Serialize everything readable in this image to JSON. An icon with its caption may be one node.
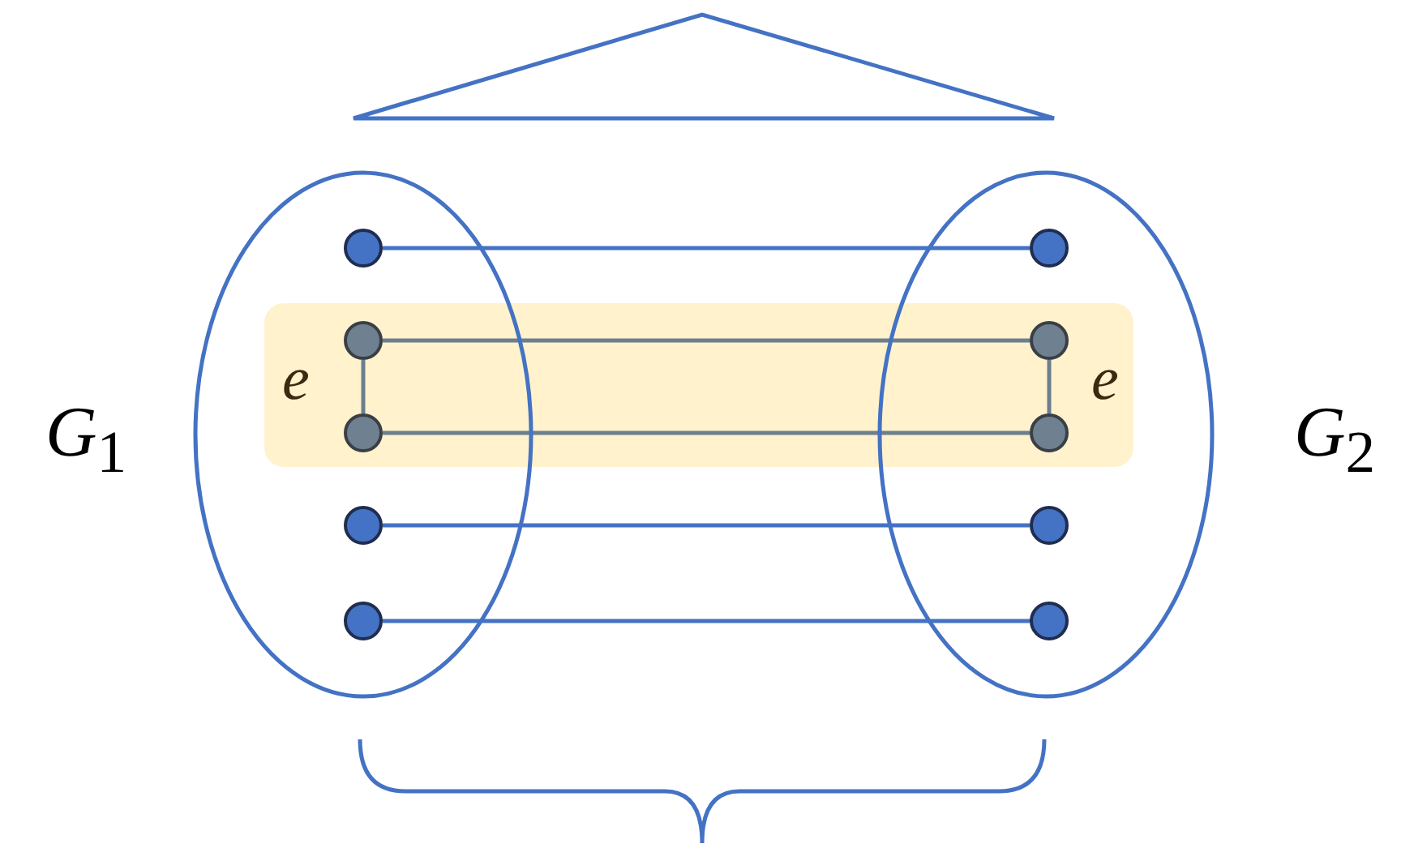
{
  "diagram": {
    "nodes": [
      {
        "text": [
          "*G*$_{1}$"
        ]
      },
      {
        "text": [
          "*G*$_{2}$"
        ]
      },
      {
        "text": [],
        "shape": "circle",
        "in": 0
      },
      {
        "text": [],
        "shape": "circle",
        "in": 1
      },
      {
        "text": [],
        "shape": "circle",
        "in": 0
      },
      {
        "text": [],
        "shape": "circle",
        "in": 1
      },
      {
        "text": [],
        "shape": "circle",
        "in": 0
      },
      {
        "text": [],
        "shape": "circle",
        "in": 1
      },
      {
        "text": [],
        "shape": "circle",
        "in": 0
      },
      {
        "text": [],
        "shape": "circle",
        "in": 1
      },
      {
        "text": [],
        "shape": "circle",
        "in": 0
      },
      {
        "text": [],
        "shape": "circle",
        "in": 1
      }
    ],
    "edges": [
      {
        "from": 2,
        "to": 3,
        "arrow": "none",
        "color": "#4472c4"
      },
      {
        "from": 4,
        "to": 5,
        "arrow": "none"
      },
      {
        "from": 6,
        "to": 7,
        "arrow": "none"
      },
      {
        "from": 4,
        "to": 6,
        "arrow": "none",
        "label": "e"
      },
      {
        "from": 5,
        "to": 7,
        "arrow": "none",
        "label": "e"
      },
      {
        "from": 8,
        "to": 9,
        "arrow": "none",
        "color": "#4472c4"
      },
      {
        "from": 10,
        "to": 11,
        "arrow": "none",
        "color": "#4472c4"
      }
    ]
  }
}
